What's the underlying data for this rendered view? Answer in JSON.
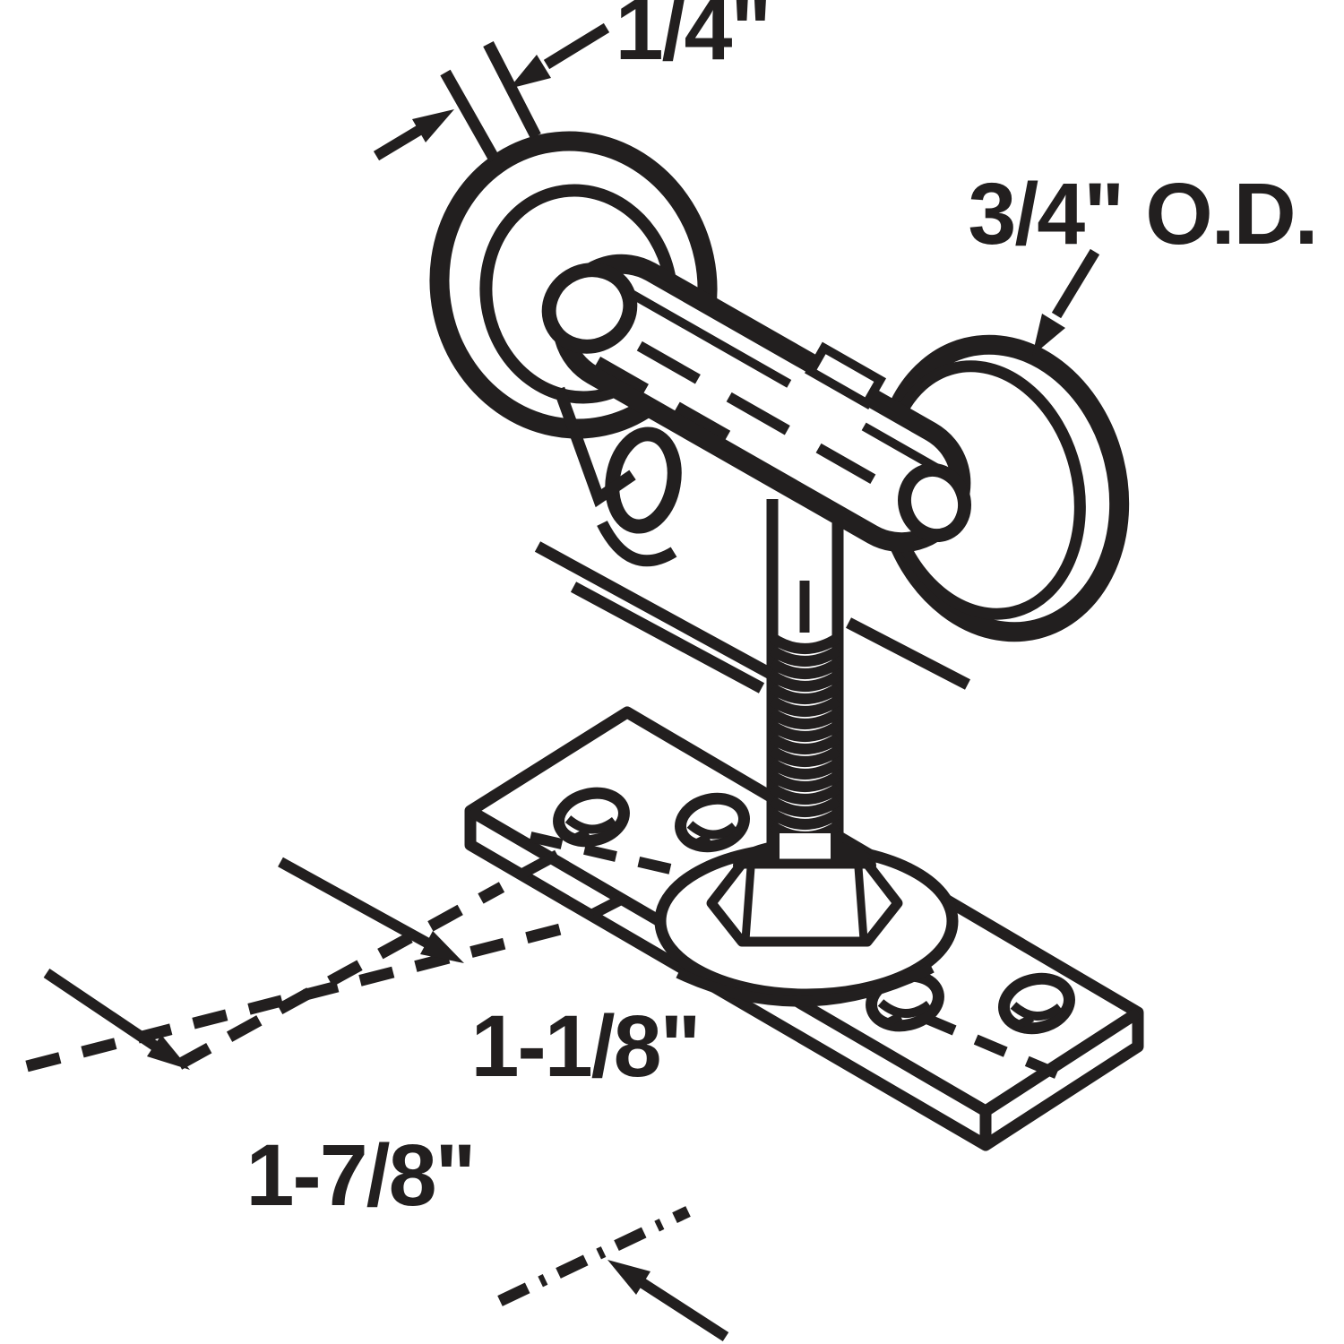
{
  "diagram": {
    "type": "technical-line-drawing",
    "subject": "twin-wheel sliding door roller with threaded stem, hex nut and mounting plate",
    "background": "#ffffff",
    "ink": "#221f1f",
    "labels": {
      "wheel_width": "1/4\"",
      "outer_diameter": "3/4\" O.D.",
      "spacing_inner": "1-1/8\"",
      "spacing_outer": "1-7/8\""
    }
  }
}
